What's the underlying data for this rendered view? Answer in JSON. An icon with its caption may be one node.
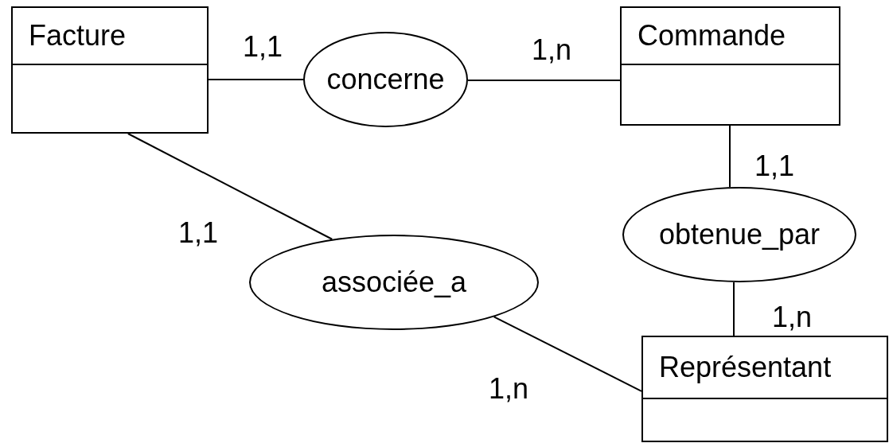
{
  "diagram": {
    "nodes": [
      {
        "text": [
          "Facture"
        ]
      },
      {
        "text": [
          "concerne"
        ]
      },
      {
        "text": [
          "Commande"
        ]
      },
      {
        "text": [
          "obtenue_par"
        ]
      },
      {
        "text": [
          "associée_a"
        ]
      },
      {
        "text": [
          "Représentant"
        ]
      }
    ],
    "edges": [
      {
        "from": 0,
        "to": 1,
        "arrow": "none"
      },
      {
        "from": 1,
        "to": 2,
        "arrow": "none"
      },
      {
        "from": 2,
        "to": 3,
        "arrow": "none"
      },
      {
        "from": 3,
        "to": 5,
        "arrow": "none"
      },
      {
        "from": 0,
        "to": 4,
        "arrow": "none"
      },
      {
        "from": 4,
        "to": 5,
        "arrow": "none"
      }
    ],
    "labels": [
      "1,1",
      "1,n",
      "1,1",
      "1,1",
      "1,n",
      "1,n"
    ]
  }
}
